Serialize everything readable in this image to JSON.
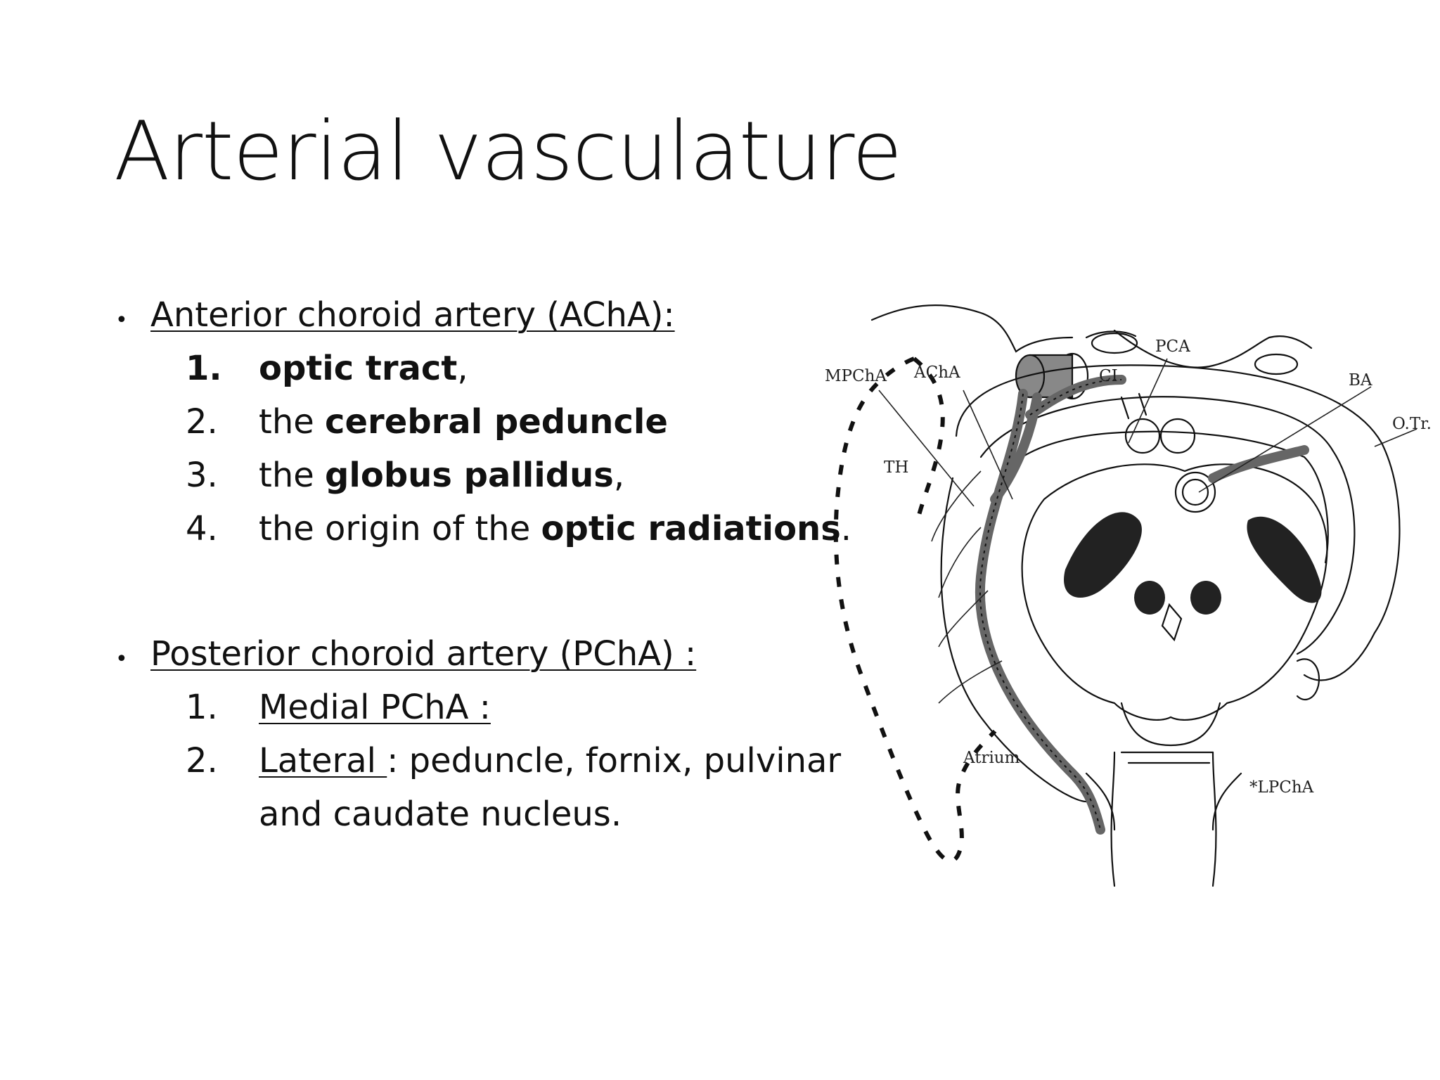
{
  "slide": {
    "title": "Arterial vasculature",
    "sections": [
      {
        "heading": "Anterior choroid artery (AChA):",
        "items": [
          {
            "num": "1.",
            "parts": [
              {
                "text": "optic tract",
                "bold": true
              },
              {
                "text": ",",
                "bold": false
              }
            ],
            "num_bold": true
          },
          {
            "num": "2.",
            "parts": [
              {
                "text": "the ",
                "bold": false
              },
              {
                "text": "cerebral peduncle",
                "bold": true
              }
            ]
          },
          {
            "num": "3.",
            "parts": [
              {
                "text": "the ",
                "bold": false
              },
              {
                "text": "globus pallidus",
                "bold": true
              },
              {
                "text": ",",
                "bold": false
              }
            ]
          },
          {
            "num": "4.",
            "parts": [
              {
                "text": "the origin of the ",
                "bold": false
              },
              {
                "text": "optic radiations",
                "bold": true
              },
              {
                "text": ".",
                "bold": false
              }
            ]
          }
        ]
      },
      {
        "heading": "Posterior choroid artery (PChA) :",
        "items": [
          {
            "num": "1.",
            "label": "Medial PChA :"
          },
          {
            "num": "2.",
            "label": "Lateral ",
            "rest": ": peduncle, fornix, pulvinar",
            "line2": "and caudate nucleus."
          }
        ]
      }
    ]
  },
  "figure": {
    "labels": {
      "mpcha": "MPChA",
      "acha": "AChA",
      "ci": "CI",
      "pca": "PCA",
      "ba": "BA",
      "otr": "O.Tr.",
      "th": "TH",
      "atrium": "Atrium",
      "lpcha": "*LPChA"
    }
  }
}
